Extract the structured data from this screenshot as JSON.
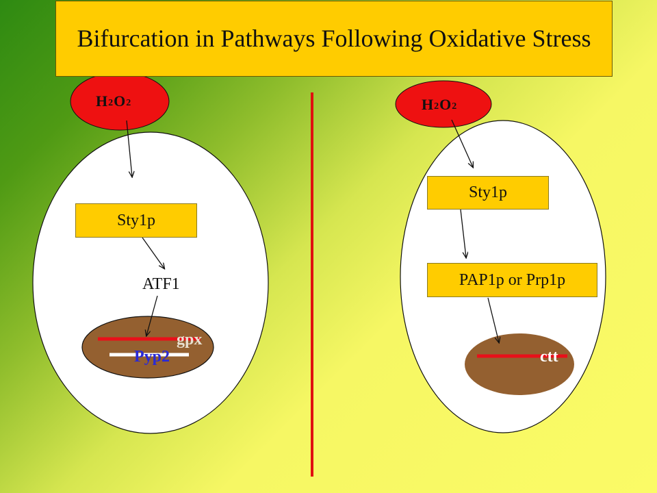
{
  "title": "Bifurcation in Pathways Following Oxidative Stress",
  "left_cell": {
    "stimulus": {
      "h": "H",
      "h_sub": "2",
      "o": "O",
      "o_sub": "2"
    },
    "kinase": "Sty1p",
    "transcription_factor": "ATF1",
    "genes": [
      {
        "label": "gpx",
        "line_color": "#e8101a",
        "text_color": "#e8e0d0"
      },
      {
        "label": "Pyp2",
        "line_color": "#ffffff",
        "text_color": "#2a2ad6"
      }
    ]
  },
  "right_cell": {
    "stimulus": {
      "h": "H",
      "h_sub": "2",
      "o": "O",
      "o_sub": "2"
    },
    "kinase": "Sty1p",
    "transcription_factor": "PAP1p or Prp1p",
    "genes": [
      {
        "label": "ctt",
        "line_color": "#e8101a",
        "text_color": "#ffffff"
      }
    ]
  },
  "colors": {
    "stimulus_fill": "#ee1111",
    "nucleus_fill": "#946030",
    "box_fill": "#ffcc00",
    "divider": "#e01010"
  }
}
